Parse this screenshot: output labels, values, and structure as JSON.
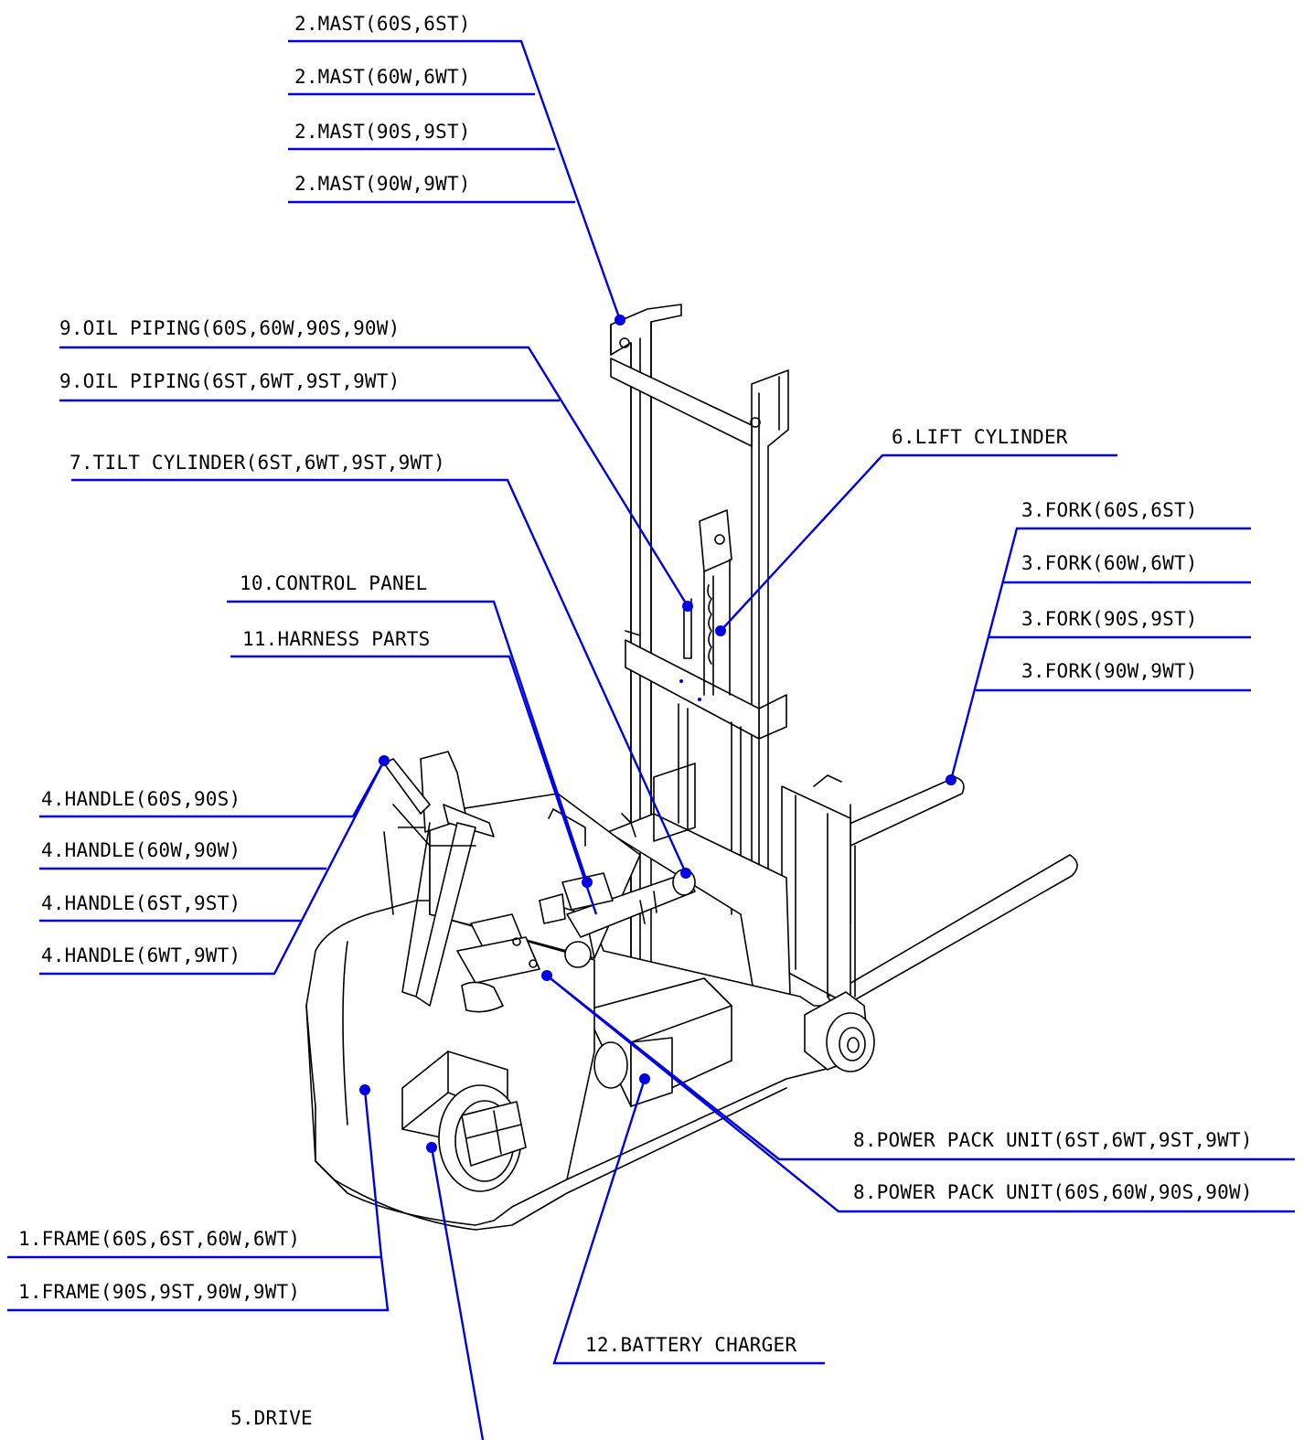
{
  "labels": {
    "mast_1": "2.MAST(60S,6ST)",
    "mast_2": "2.MAST(60W,6WT)",
    "mast_3": "2.MAST(90S,9ST)",
    "mast_4": "2.MAST(90W,9WT)",
    "oil_piping_1": "9.OIL PIPING(60S,60W,90S,90W)",
    "oil_piping_2": "9.OIL PIPING(6ST,6WT,9ST,9WT)",
    "tilt_cylinder": "7.TILT CYLINDER(6ST,6WT,9ST,9WT)",
    "lift_cylinder": "6.LIFT CYLINDER",
    "fork_1": "3.FORK(60S,6ST)",
    "fork_2": "3.FORK(60W,6WT)",
    "fork_3": "3.FORK(90S,9ST)",
    "fork_4": "3.FORK(90W,9WT)",
    "control_panel": "10.CONTROL PANEL",
    "harness_parts": "11.HARNESS PARTS",
    "handle_1": "4.HANDLE(60S,90S)",
    "handle_2": "4.HANDLE(60W,90W)",
    "handle_3": "4.HANDLE(6ST,9ST)",
    "handle_4": "4.HANDLE(6WT,9WT)",
    "power_pack_1": "8.POWER PACK UNIT(6ST,6WT,9ST,9WT)",
    "power_pack_2": "8.POWER PACK UNIT(60S,60W,90S,90W)",
    "frame_1": "1.FRAME(60S,6ST,60W,6WT)",
    "frame_2": "1.FRAME(90S,9ST,90W,9WT)",
    "battery_charger": "12.BATTERY CHARGER",
    "drive": "5.DRIVE"
  },
  "colors": {
    "leader": "#0000e0",
    "ink": "#000000",
    "background": "#ffffff"
  }
}
